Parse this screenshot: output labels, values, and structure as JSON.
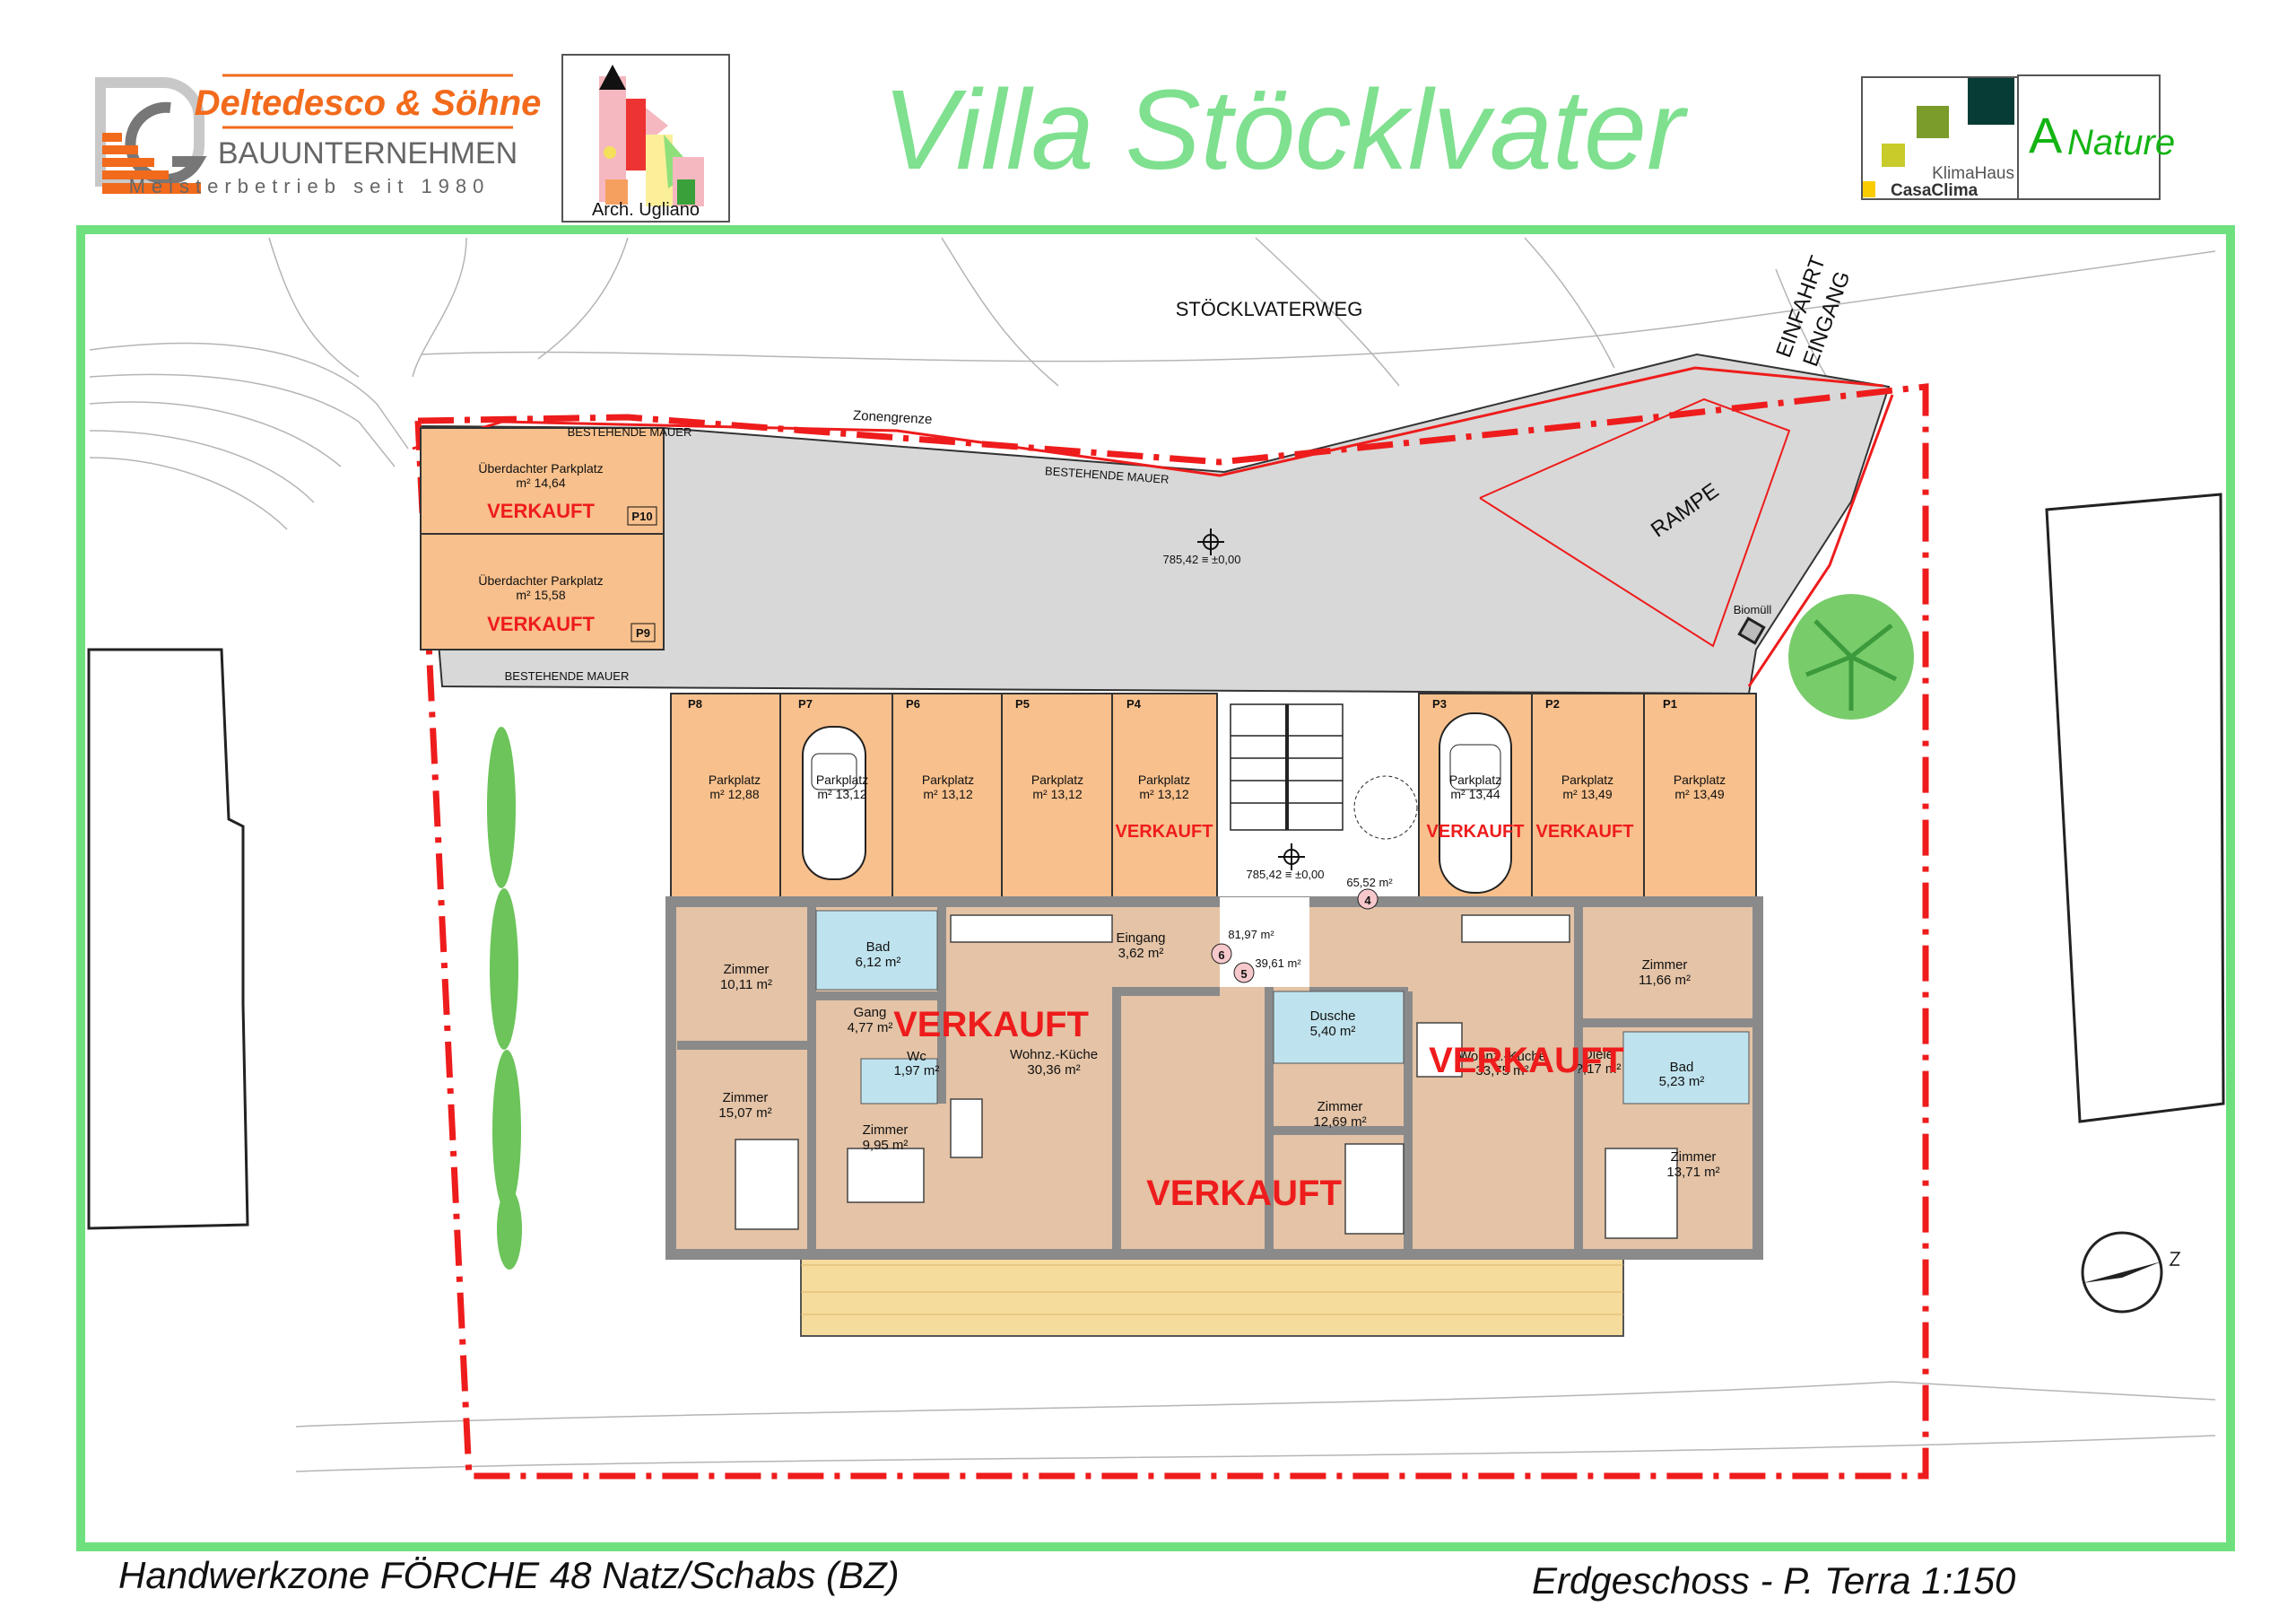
{
  "header": {
    "title": "Villa  Stöcklvater",
    "builder_name": "Deltedesco & Söhne",
    "builder_type": "BAUUNTERNEHMEN",
    "builder_tagline": "Meisterbetrieb seit 1980",
    "architect": "Arch. Ugliano",
    "klimahaus_line1": "KlimaHaus",
    "klimahaus_line2": "CasaClima",
    "energy_class_letter": "A",
    "energy_class_word": "Nature"
  },
  "footer": {
    "address": "Handwerkzone FÖRCHE 48 Natz/Schabs (BZ)",
    "plan_info": "Erdgeschoss - P. Terra   1:150"
  },
  "site": {
    "street": "STÖCKLVATERWEG",
    "zone_border": "Zonengrenze",
    "existing_wall": "BESTEHENDE MAUER",
    "ramp": "RAMPE",
    "entry_drive": "EINFAHRT",
    "entry_walk": "EINGANG",
    "biowaste": "Biomüll",
    "elevation_yard": "785,42 ≡ ±0,00",
    "elevation_entry": "785,42 ≡ ±0,00"
  },
  "sold_label": "VERKAUFT",
  "covered_parking": [
    {
      "tag": "P10",
      "label": "Überdachter Parkplatz",
      "area": "m² 14,64",
      "sold": "VERKAUFT"
    },
    {
      "tag": "P9",
      "label": "Überdachter Parkplatz",
      "area": "m² 15,58",
      "sold": "VERKAUFT"
    }
  ],
  "parking": [
    {
      "tag": "P8",
      "label": "Parkplatz",
      "area": "m² 12,88"
    },
    {
      "tag": "P7",
      "label": "Parkplatz",
      "area": "m² 13,12"
    },
    {
      "tag": "P6",
      "label": "Parkplatz",
      "area": "m² 13,12"
    },
    {
      "tag": "P5",
      "label": "Parkplatz",
      "area": "m² 13,12"
    },
    {
      "tag": "P4",
      "label": "Parkplatz",
      "area": "m² 13,12",
      "sold": "VERKAUFT"
    },
    {
      "tag": "P3",
      "label": "Parkplatz",
      "area": "m² 13,44",
      "sold": "VERKAUFT"
    },
    {
      "tag": "P2",
      "label": "Parkplatz",
      "area": "m² 13,49",
      "sold": "VERKAUFT"
    },
    {
      "tag": "P1",
      "label": "Parkplatz",
      "area": "m² 13,49"
    }
  ],
  "common": {
    "unit4_area": "65,52 m²",
    "unit4_no": "4",
    "unit6_area": "81,97 m²",
    "unit6_no": "6",
    "unit5_area": "39,61 m²",
    "unit5_no": "5"
  },
  "rooms": [
    {
      "name": "Zimmer",
      "area": "10,11 m²"
    },
    {
      "name": "Bad",
      "area": "6,12 m²"
    },
    {
      "name": "Gang",
      "area": "4,77 m²"
    },
    {
      "name": "Wc",
      "area": "1,97 m²"
    },
    {
      "name": "Wohnz.-Küche",
      "area": "30,36 m²"
    },
    {
      "name": "Zimmer",
      "area": "15,07 m²"
    },
    {
      "name": "Zimmer",
      "area": "9,95 m²"
    },
    {
      "name": "Eingang",
      "area": "3,62 m²"
    },
    {
      "name": "Dusche",
      "area": "5,40 m²"
    },
    {
      "name": "Zimmer",
      "area": "12,69 m²"
    },
    {
      "name": "Wohnz.-Küche",
      "area": "33,75 m²"
    },
    {
      "name": "Zimmer",
      "area": "11,66 m²"
    },
    {
      "name": "Diele",
      "area": "?,17 m²"
    },
    {
      "name": "Bad",
      "area": "5,23 m²"
    },
    {
      "name": "Zimmer",
      "area": "13,71 m²"
    }
  ],
  "colors": {
    "frame": "#6ee07e",
    "title": "#7fe08f",
    "parking": "#f8c08c",
    "floor": "#e4c3a6",
    "terrace": "#f6dc9c",
    "yard": "#d8d8d8",
    "sold": "#ee1c1c",
    "boundary": "#ee1c1c"
  }
}
